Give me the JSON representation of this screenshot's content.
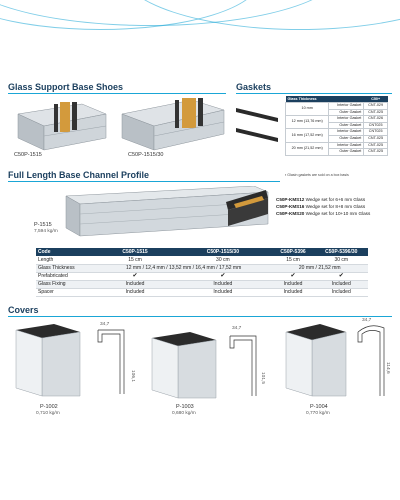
{
  "sections": {
    "base_shoes": "Glass Support Base Shoes",
    "gaskets": "Gaskets",
    "channel": "Full Length Base Channel Profile",
    "covers": "Covers"
  },
  "base_shoes": [
    {
      "code": "C50P-1515"
    },
    {
      "code": "C50P-1515/30"
    }
  ],
  "gasket_table": {
    "headers": [
      "Glass Thickness",
      "",
      "C50+"
    ],
    "groups": [
      {
        "thickness": "10 mm",
        "rows": [
          [
            "Interior Gasket",
            "CNT-029"
          ],
          [
            "Outer Gasket",
            "CNT-025"
          ]
        ]
      },
      {
        "thickness": "12 mm (13,76 mm)",
        "rows": [
          [
            "Interior Gasket",
            "CNT-026"
          ],
          [
            "Outer Gasket",
            "CNT025"
          ]
        ]
      },
      {
        "thickness": "16 mm (17,52 mm)",
        "rows": [
          [
            "Interior Gasket",
            "CNT025"
          ],
          [
            "Outer Gasket",
            "CNT-025"
          ]
        ]
      },
      {
        "thickness": "20 mm (21,52 mm)",
        "rows": [
          [
            "Interior Gasket",
            "CNT-025"
          ],
          [
            "Outer Gasket",
            "CNT-025"
          ]
        ]
      }
    ],
    "note": "▪ Glasin gaskets are sold on a box basis"
  },
  "channel": {
    "code": "P-1515",
    "weight": "7,594 kg/m"
  },
  "wedges": [
    {
      "code": "C50P-KMS12",
      "text": " Wedge set for 6+6 mm Glass"
    },
    {
      "code": "C50P-KMS16",
      "text": " Wedge set for 8+8 mm Glass"
    },
    {
      "code": "C50P-KMS20",
      "text": " Wedge set for 10+10 mm Glass"
    }
  ],
  "spec_table": {
    "headers": [
      "Code",
      "C50P-1515",
      "C50P-1515/30",
      "C50P-5396",
      "C50P-5396/30"
    ],
    "length": [
      "Length",
      "15 cm",
      "30 cm",
      "15 cm",
      "30 cm"
    ],
    "glass_thickness": {
      "label": "Glass Thickness",
      "left": "12 mm / 12,4 mm / 13,52 mm / 16,4 mm / 17,52 mm",
      "right": "20 mm / 21,52 mm"
    },
    "prefabricated": {
      "label": "Prefabricated",
      "mark": "✔"
    },
    "glass_fixing": [
      "Glass Fixing",
      "Included",
      "Included",
      "Included",
      "Included"
    ],
    "spacer": [
      "Spacer",
      "Included",
      "Included",
      "Included",
      "Included"
    ]
  },
  "covers": [
    {
      "code": "P-1002",
      "weight": "0,710 kg/m",
      "dim_top": "34,7",
      "dim_side": "106,1"
    },
    {
      "code": "P-1003",
      "weight": "0,680 kg/m",
      "dim_top": "34,7",
      "dim_side": "101,5"
    },
    {
      "code": "P-1004",
      "weight": "0,770 kg/m",
      "dim_top": "34,7",
      "dim_side": "114,6"
    }
  ],
  "colors": {
    "accent": "#1aa6d6",
    "navy": "#1b3f5e",
    "aluminium": "#c9ced3",
    "wood": "#d39a3c"
  }
}
